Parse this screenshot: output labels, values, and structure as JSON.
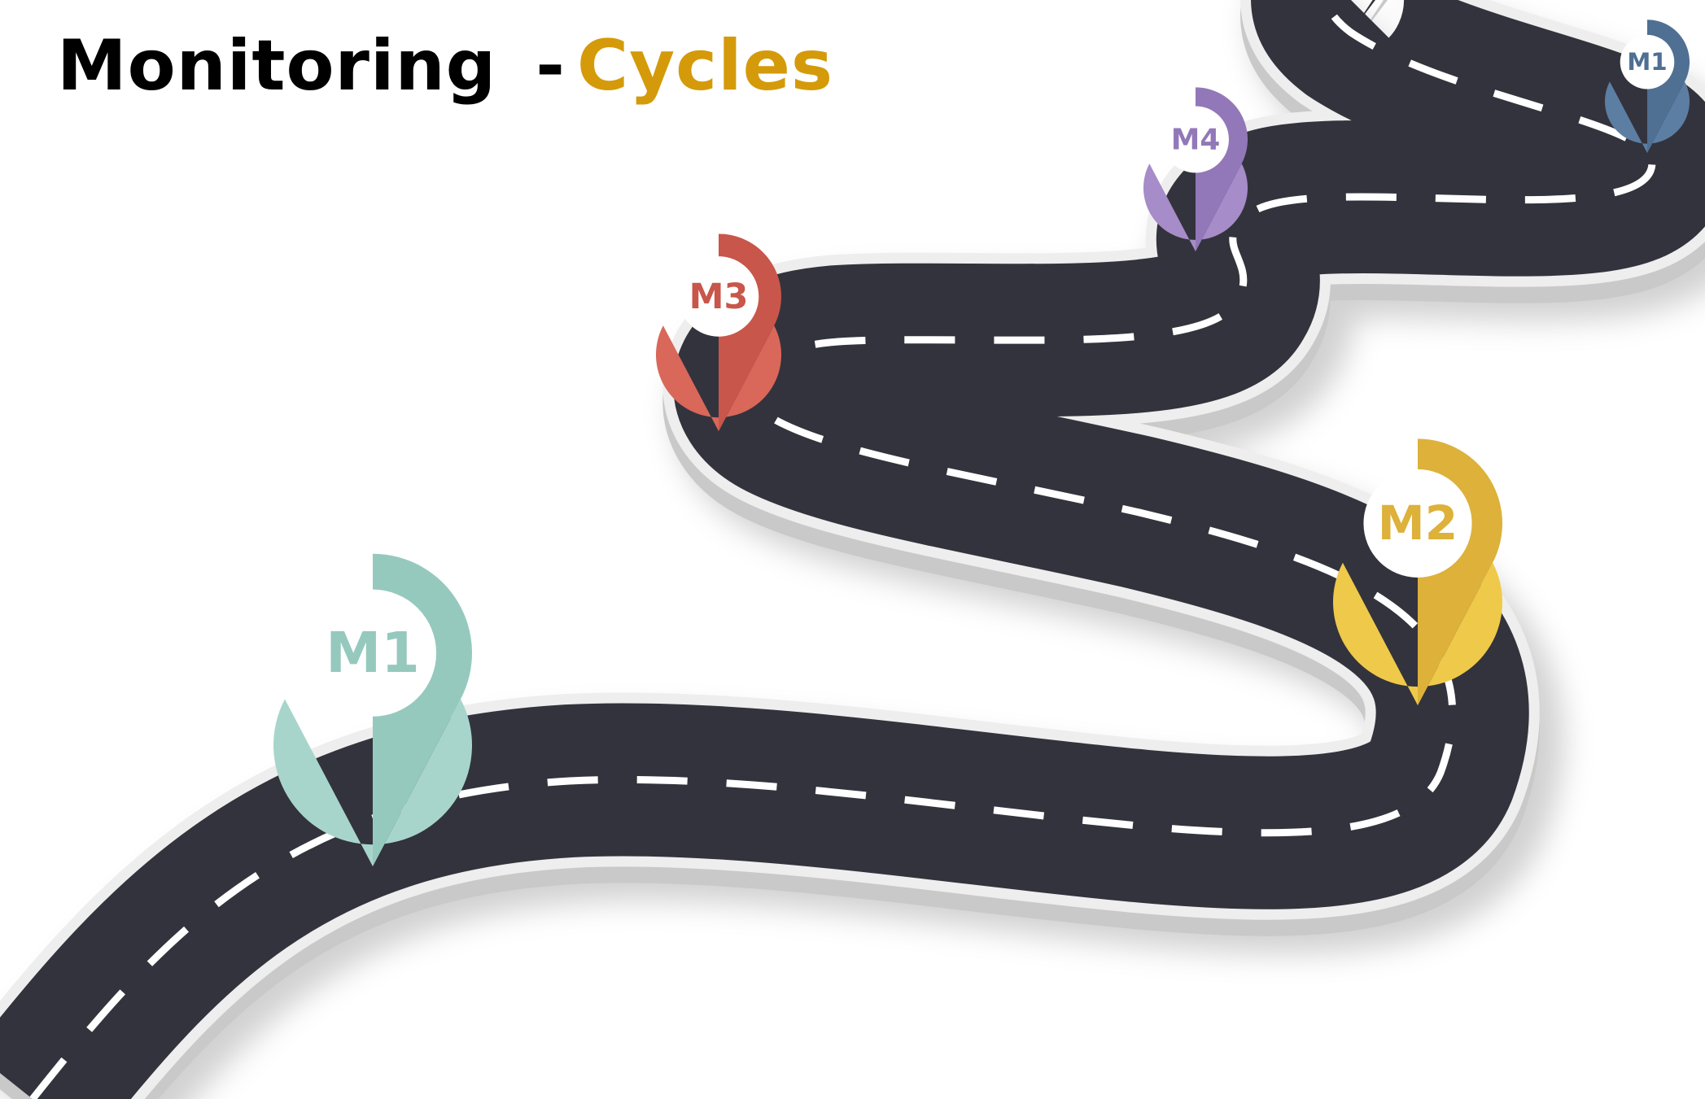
{
  "title": {
    "main": "Monitoring",
    "separator": "-",
    "accent": "Cycles",
    "accent_color": "#d49a0a"
  },
  "road": {
    "asphalt_color": "#33333d",
    "curb_color": "#eeeeee",
    "curb_shadow_color": "#c9c9c9",
    "lane_marking_color": "#ffffff"
  },
  "pins": [
    {
      "label": "M1",
      "color": "#a8d5cb",
      "dark": "#96c9bd"
    },
    {
      "label": "M2",
      "color": "#efc94a",
      "dark": "#ddb13a"
    },
    {
      "label": "M3",
      "color": "#d9675a",
      "dark": "#c8564a"
    },
    {
      "label": "M4",
      "color": "#a68cc8",
      "dark": "#9278b8"
    },
    {
      "label": "M1",
      "color": "#5d7ea3",
      "dark": "#4f6f93"
    }
  ]
}
